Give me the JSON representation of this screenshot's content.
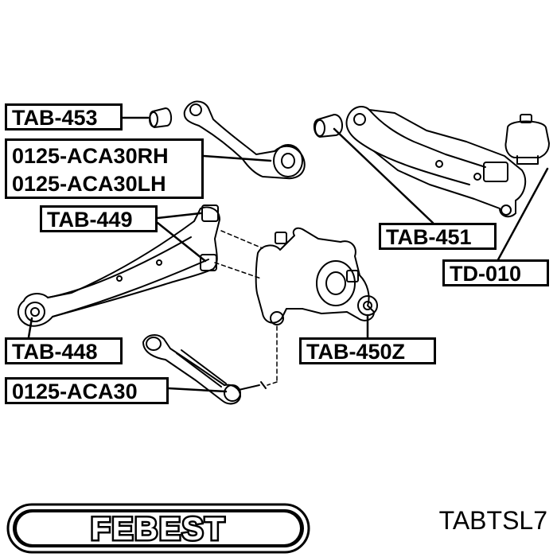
{
  "labels": {
    "tab453": "TAB-453",
    "aca30rh": "0125-ACA30RH",
    "aca30lh": "0125-ACA30LH",
    "tab449": "TAB-449",
    "tab448": "TAB-448",
    "aca30": "0125-ACA30",
    "tab451": "TAB-451",
    "td010": "TD-010",
    "tab450z": "TAB-450Z"
  },
  "brand": {
    "logo_text": "FEBEST"
  },
  "part_code": "TABTSL7"
}
